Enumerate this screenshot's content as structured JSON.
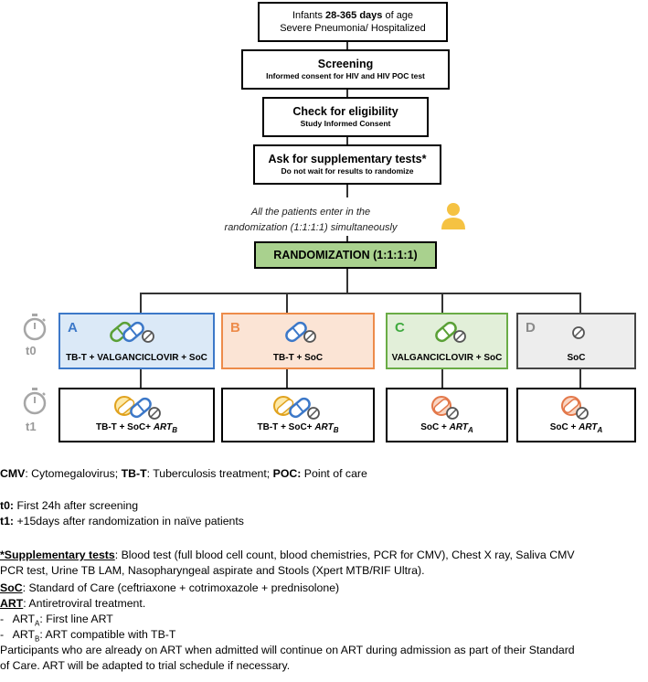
{
  "flow": {
    "infants": {
      "pre": "Infants ",
      "bold": "28-365 days",
      "post": " of age",
      "line2": "Severe Pneumonia/ Hospitalized"
    },
    "screening": {
      "title": "Screening",
      "sub": "Informed consent for HIV and HIV POC test"
    },
    "eligibility": {
      "title": "Check for eligibility",
      "sub": "Study Informed Consent"
    },
    "supplementary": {
      "title": "Ask for supplementary tests*",
      "sub": "Do not wait for results to randomize"
    },
    "note": {
      "line1": "All the patients enter in the",
      "line2": "randomization (1:1:1:1) simultaneously"
    },
    "randomization": {
      "label": "RANDOMIZATION (1:1:1:1)"
    }
  },
  "timepoints": {
    "t0": "t0",
    "t1": "t1"
  },
  "arms": [
    {
      "letter": "A",
      "t0_text": "TB-T + VALGANCICLOVIR + SoC",
      "t1_text": "TB-T + SoC+ ",
      "t1_art": "ART",
      "t1_sub": "B",
      "fill": "#dbe9f7",
      "border": "#3c78c8",
      "letter_color": "#3c78c8"
    },
    {
      "letter": "B",
      "t0_text": "TB-T + SoC",
      "t1_text": "TB-T + SoC+ ",
      "t1_art": "ART",
      "t1_sub": "B",
      "fill": "#fbe4d5",
      "border": "#ed8b4a",
      "letter_color": "#ed8b4a"
    },
    {
      "letter": "C",
      "t0_text": "VALGANCICLOVIR + SoC",
      "t1_text": "SoC + ",
      "t1_art": "ART",
      "t1_sub": "A",
      "fill": "#e2efd9",
      "border": "#6aac46",
      "letter_color": "#3faa3f"
    },
    {
      "letter": "D",
      "t0_text": "SoC",
      "t1_text": "SoC + ",
      "t1_art": "ART",
      "t1_sub": "A",
      "fill": "#ededed",
      "border": "#444444",
      "letter_color": "#8a8a8a"
    }
  ],
  "colors": {
    "randomization_fill": "#a9d18e",
    "clock": "#a6a6a6",
    "person": "#f5c242"
  },
  "icons": [
    "stopwatch-icon",
    "capsule-icon",
    "tablet-icon",
    "person-icon"
  ],
  "legend": {
    "abbrev": {
      "cmv_b": "CMV",
      "cmv_t": ": Cytomegalovirus; ",
      "tbt_b": "TB-T",
      "tbt_t": ": Tuberculosis treatment; ",
      "poc_b": "POC:",
      "poc_t": " Point of care"
    },
    "t0_b": "t0:",
    "t0_t": " First 24h after screening",
    "t1_b": "t1:",
    "t1_t": " +15days after randomization in naïve patients",
    "supp_b": "*Supplementary tests",
    "supp_t1": ": Blood test (full blood cell count, blood chemistries, PCR for CMV), Chest X ray, Saliva CMV",
    "supp_t2": "PCR test, Urine TB LAM, Nasopharyngeal aspirate and Stools (Xpert MTB/RIF Ultra).",
    "soc_b": "SoC",
    "soc_t": ": Standard of Care (ceftriaxone + cotrimoxazole + prednisolone)",
    "art_b": "ART",
    "art_t": ": Antiretroviral treatment.",
    "artA_pre": "-   ART",
    "artA_sub": "A",
    "artA_t": ": First line ART",
    "artB_pre": "-   ART",
    "artB_sub": "B",
    "artB_t": ": ART compatible with TB-T",
    "part1": "Participants who are already on ART when admitted will continue on ART during admission as part of their Standard",
    "part2": "of Care. ART will be adapted to trial schedule if necessary."
  }
}
